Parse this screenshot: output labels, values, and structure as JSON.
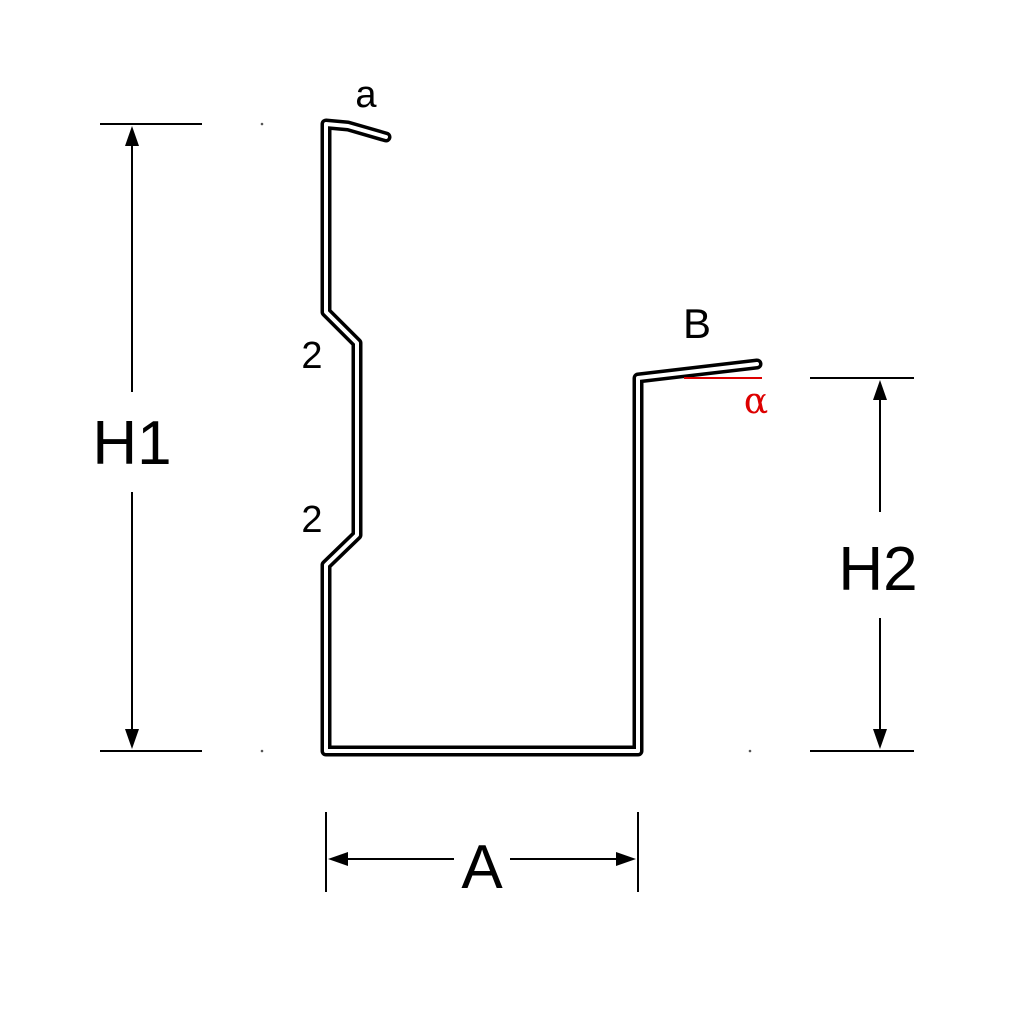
{
  "labels": {
    "h1": "H1",
    "h2": "H2",
    "a_width": "A",
    "a_lip": "a",
    "b_lip": "B",
    "step_upper": "2",
    "step_lower": "2",
    "angle": "α"
  },
  "colors": {
    "line": "#000000",
    "angle_accent": "#dd0000",
    "background": "#ffffff"
  }
}
